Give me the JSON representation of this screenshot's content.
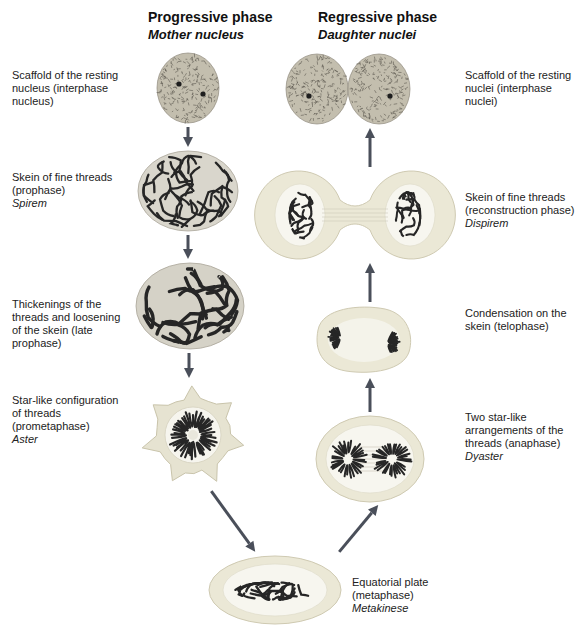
{
  "diagram": {
    "nodes": [
      {
        "text": [
          "Scaffold of the resting nucleus (interphase nucleus)"
        ]
      },
      {
        "text": [
          "Skein of fine threads (prophase)",
          "Spirem"
        ]
      },
      {
        "text": [
          "Thickenings of the threads and loosening of the skein (late prophase)"
        ]
      },
      {
        "text": [
          "Star-like configuration of threads (prometaphase)",
          "Aster"
        ]
      },
      {
        "text": [
          "Equatorial plate (metaphase)",
          "Metakinese"
        ]
      },
      {
        "text": [
          "Two star-like arrangements of the threads (anaphase)",
          "Dyaster"
        ]
      },
      {
        "text": [
          "Condensation on the skein (telophase)"
        ]
      },
      {
        "text": [
          "Skein of fine threads (reconstruction phase)",
          "Dispirem"
        ]
      },
      {
        "text": [
          "Scaffold of the resting nuclei (interphase nuclei)"
        ]
      }
    ],
    "edges": [
      {
        "from": 0,
        "to": 1,
        "arrow": "to"
      },
      {
        "from": 1,
        "to": 2,
        "arrow": "to"
      },
      {
        "from": 2,
        "to": 3,
        "arrow": "to"
      },
      {
        "from": 3,
        "to": 4,
        "arrow": "to"
      },
      {
        "from": 4,
        "to": 5,
        "arrow": "to"
      },
      {
        "from": 5,
        "to": 6,
        "arrow": "to"
      },
      {
        "from": 6,
        "to": 7,
        "arrow": "to"
      },
      {
        "from": 7,
        "to": 8,
        "arrow": "to"
      }
    ],
    "labels": [
      "Progressive phase",
      "Mother nucleus",
      "Regressive phase",
      "Daughter nuclei"
    ]
  }
}
